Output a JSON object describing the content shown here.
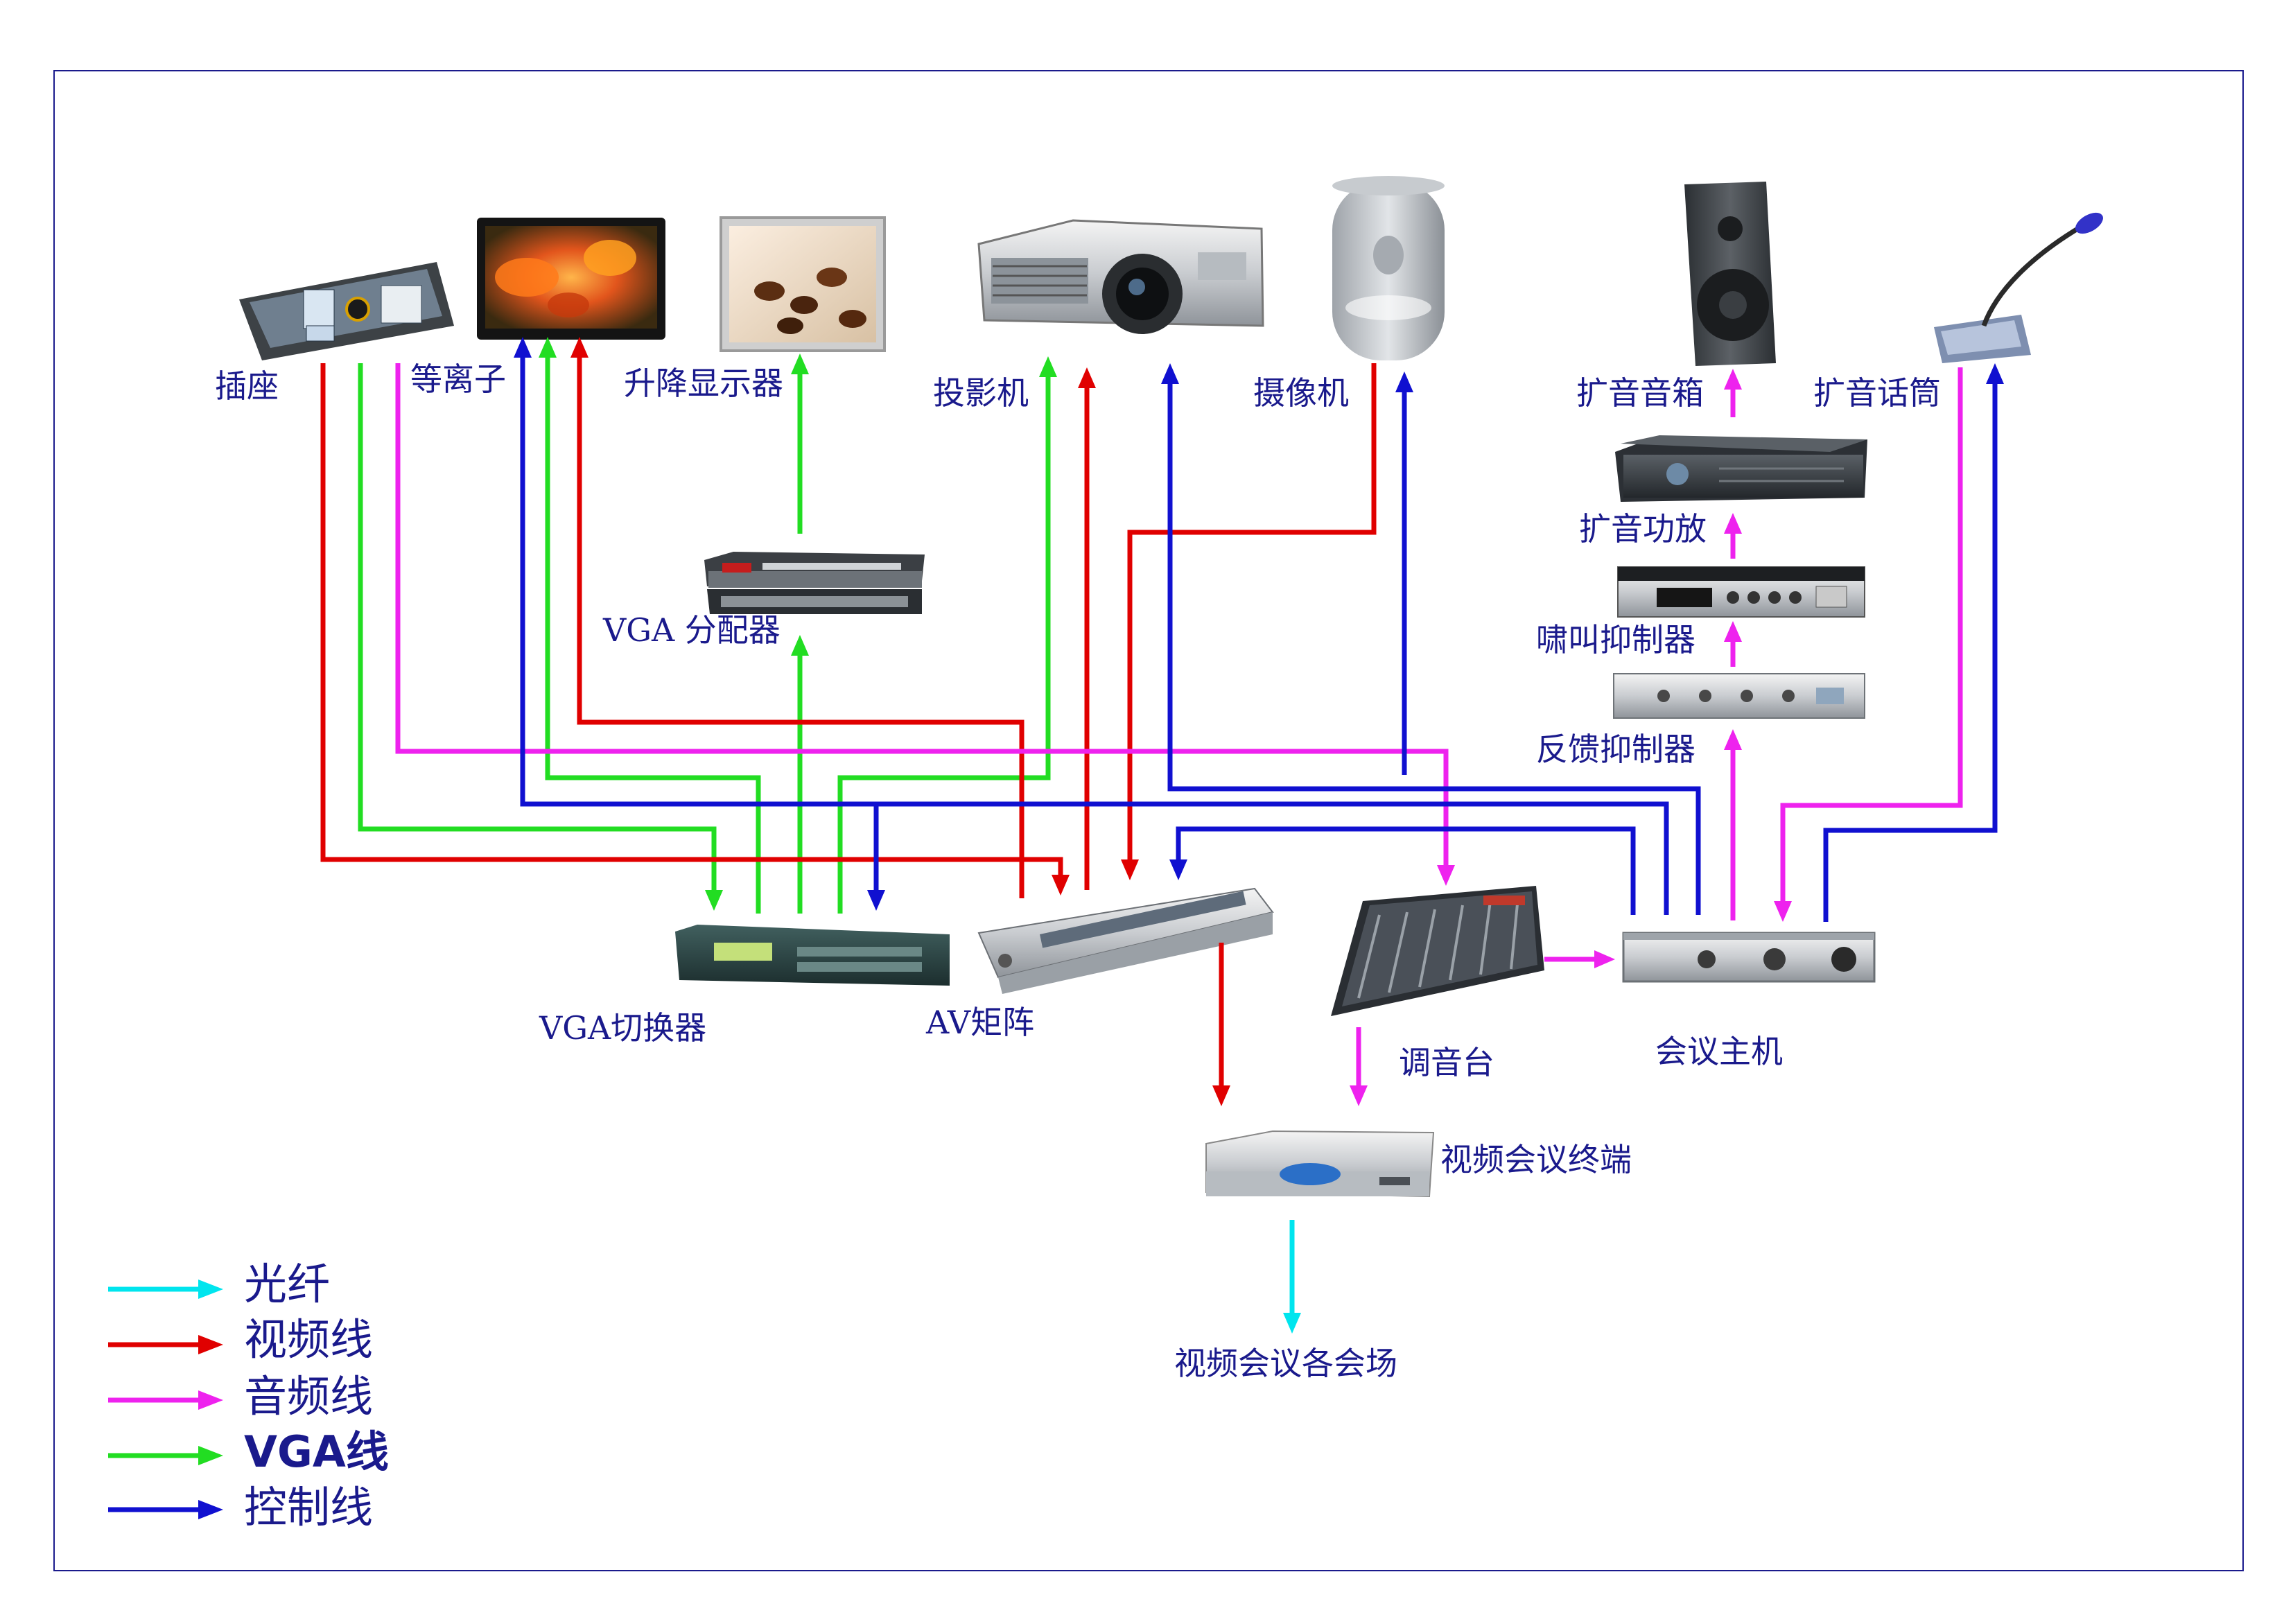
{
  "colors": {
    "fiber": "#00e5ee",
    "video": "#e00000",
    "audio": "#ee22ee",
    "vga": "#22dd22",
    "control": "#1010d0",
    "text": "#1a1a8c"
  },
  "devices": {
    "socket": {
      "label": "插座",
      "icon": "floor-socket-box-icon"
    },
    "plasma": {
      "label": "等离子",
      "icon": "plasma-display-icon"
    },
    "lift_display": {
      "label": "升降显示器",
      "icon": "lift-monitor-icon"
    },
    "projector": {
      "label": "投影机",
      "icon": "projector-icon"
    },
    "camera": {
      "label": "摄像机",
      "icon": "dome-camera-icon"
    },
    "pa_speaker": {
      "label": "扩音音箱",
      "icon": "loudspeaker-icon"
    },
    "pa_mic": {
      "label": "扩音话筒",
      "icon": "gooseneck-microphone-icon"
    },
    "pa_amp": {
      "label": "扩音功放",
      "icon": "power-amplifier-icon"
    },
    "howl_suppressor": {
      "label": "啸叫抑制器",
      "icon": "rack-processor-icon"
    },
    "feedback_suppressor": {
      "label": "反馈抑制器",
      "icon": "rack-unit-icon"
    },
    "vga_splitter": {
      "label": "VGA 分配器",
      "icon": "vga-splitter-icon"
    },
    "vga_switcher": {
      "label": "VGA切换器",
      "icon": "vga-switcher-icon"
    },
    "av_matrix": {
      "label": "AV矩阵",
      "icon": "av-matrix-icon"
    },
    "mixer": {
      "label": "调音台",
      "icon": "audio-mixer-icon"
    },
    "conference_host": {
      "label": "会议主机",
      "icon": "conference-host-icon"
    },
    "vc_terminal": {
      "label": "视频会议终端",
      "icon": "video-conference-terminal-icon"
    },
    "vc_sites": {
      "label": "视频会议各会场"
    }
  },
  "legend": [
    {
      "label": "光纤",
      "type": "fiber"
    },
    {
      "label": "视频线",
      "type": "video"
    },
    {
      "label": "音频线",
      "type": "audio"
    },
    {
      "label": "VGA线",
      "type": "vga"
    },
    {
      "label": "控制线",
      "type": "control"
    }
  ]
}
